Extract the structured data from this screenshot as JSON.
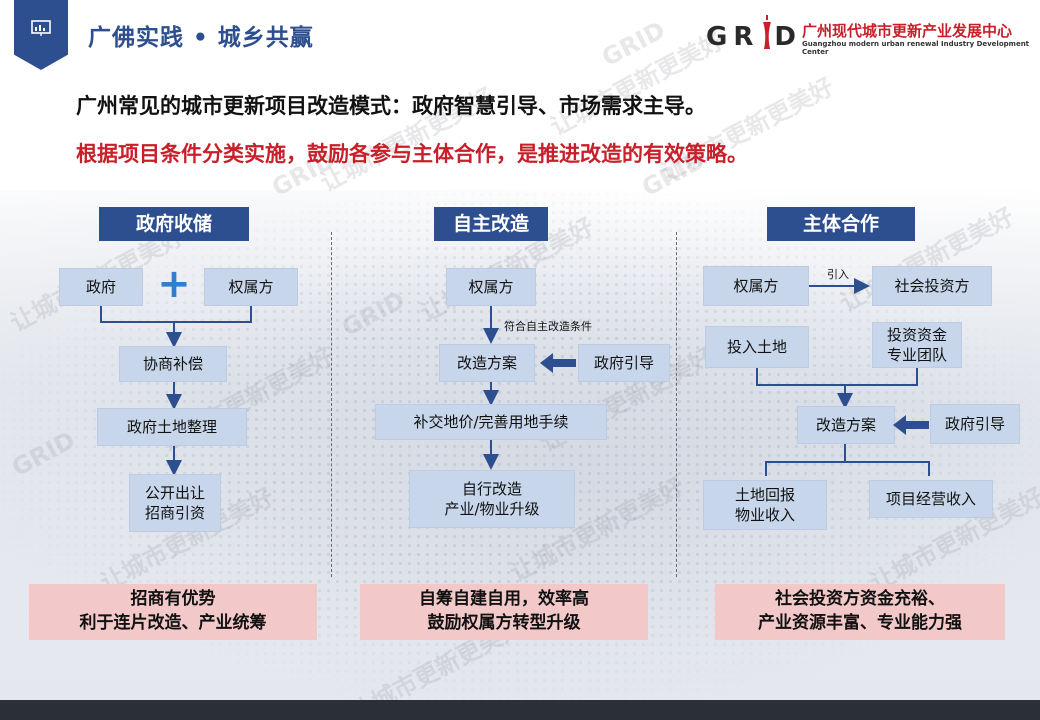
{
  "header": {
    "title": "广佛实践 • 城乡共赢",
    "logo_text": "GR D",
    "org_cn": "广州现代城市更新产业发展中心",
    "org_en": "Guangzhou modern urban renewal Industry Development Center"
  },
  "headline": {
    "line1": "广州常见的城市更新项目改造模式：政府智慧引导、市场需求主导。",
    "line2": "根据项目条件分类实施，鼓励各参与主体合作，是推进改造的有效策略。"
  },
  "columns": [
    {
      "title": "政府收储",
      "nodes": {
        "gov": "政府",
        "plus": "+",
        "owner": "权属方",
        "negotiate": "协商补偿",
        "land_prep": "政府土地整理",
        "transfer_line1": "公开出让",
        "transfer_line2": "招商引资"
      },
      "result_line1": "招商有优势",
      "result_line2": "利于连片改造、产业统筹"
    },
    {
      "title": "自主改造",
      "nodes": {
        "owner": "权属方",
        "condition_label": "符合自主改造条件",
        "plan": "改造方案",
        "gov_guide": "政府引导",
        "pay": "补交地价/完善用地手续",
        "self_line1": "自行改造",
        "self_line2": "产业/物业升级"
      },
      "result_line1": "自筹自建自用，效率高",
      "result_line2": "鼓励权属方转型升级"
    },
    {
      "title": "主体合作",
      "nodes": {
        "owner": "权属方",
        "intro_label": "引入",
        "investor": "社会投资方",
        "land": "投入土地",
        "fund_line1": "投资资金",
        "fund_line2": "专业团队",
        "plan": "改造方案",
        "gov_guide": "政府引导",
        "return_line1": "土地回报",
        "return_line2": "物业收入",
        "income": "项目经营收入"
      },
      "result_line1": "社会投资方资金充裕、",
      "result_line2": "产业资源丰富、专业能力强"
    }
  ],
  "watermark": {
    "cn": "让城市更新更美好",
    "en": "GRID"
  },
  "colors": {
    "brand_blue": "#2e4f8f",
    "node_fill": "#c7d6ea",
    "result_fill": "#f2c8c9",
    "accent_red": "#c8202b"
  }
}
